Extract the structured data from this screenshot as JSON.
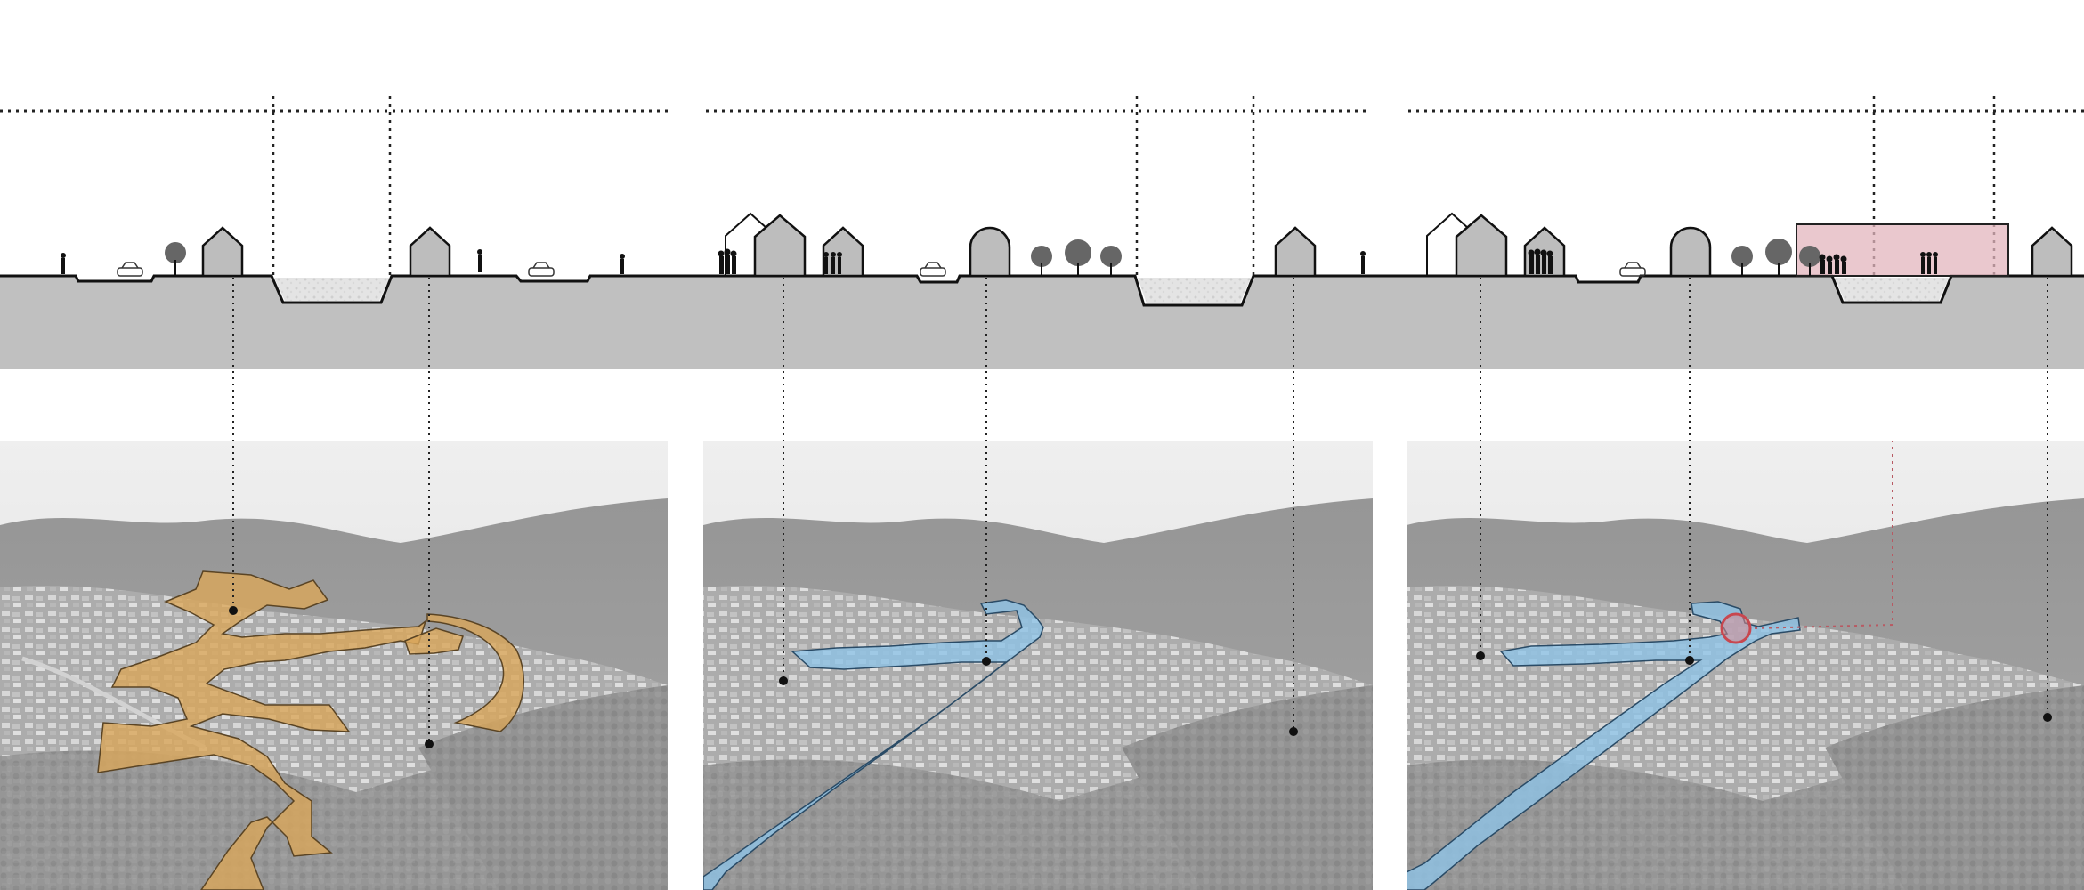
{
  "panels": [
    {
      "id": "panel-1",
      "overlay": "orange-network",
      "overlay_color": "#d9a65a",
      "highlight_zone": false
    },
    {
      "id": "panel-2",
      "overlay": "blue-corridor",
      "overlay_color": "#8ec3e6",
      "highlight_zone": false
    },
    {
      "id": "panel-3",
      "overlay": "blue-corridor-with-node",
      "overlay_color": "#8ec3e6",
      "highlight_zone": true,
      "highlight_color": "#e3b5bd",
      "node_color": "#c8474f"
    }
  ],
  "colors": {
    "ground": "#c0c0c0",
    "aerial_base": "#8d8d8d",
    "aerial_sky": "#e6e6e6",
    "building_fill": "#bdbdbd",
    "stroke": "#111111"
  }
}
